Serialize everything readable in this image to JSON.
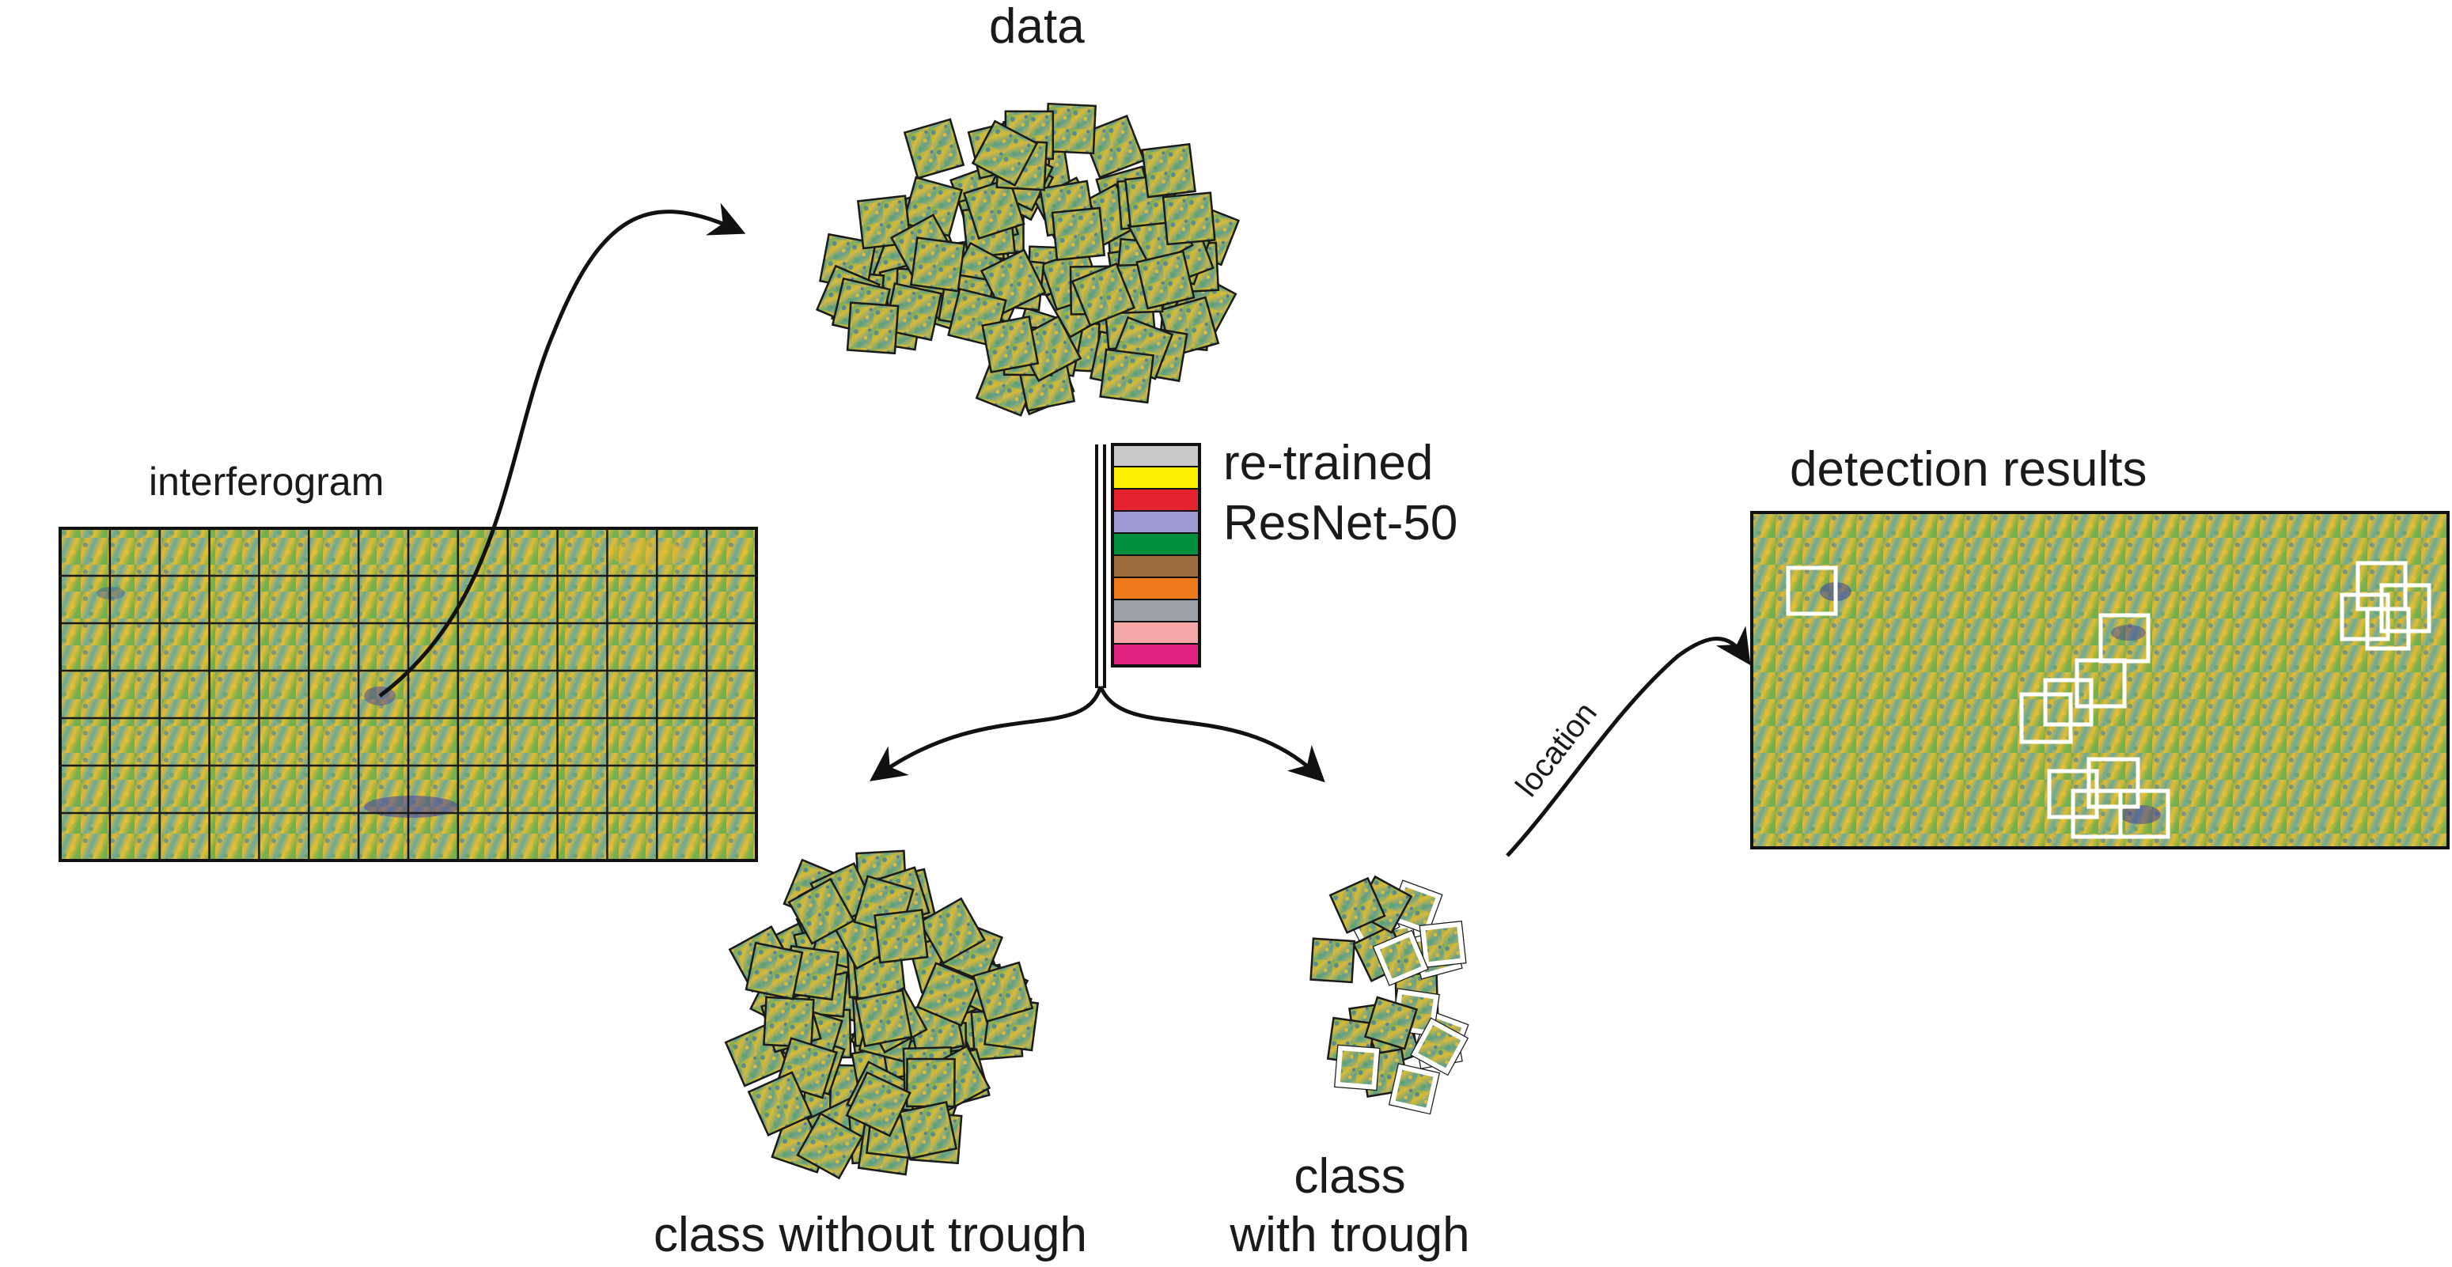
{
  "labels": {
    "data": "data",
    "interferogram": "interferogram",
    "network_line1": "re-trained",
    "network_line2": "ResNet-50",
    "detection_results": "detection results",
    "class_without_trough": "class without trough",
    "class_with_trough_line1": "class",
    "class_with_trough_line2": "with trough",
    "location": "location"
  },
  "colors": {
    "phase_blue": "#3f8fa0",
    "phase_green": "#7fb042",
    "phase_yellow": "#e9bb2e",
    "trough_purple": "#4a3fa0",
    "highlight_box": "#ffffff",
    "network_layers": [
      "#c8c8c8",
      "#ffef00",
      "#e3232e",
      "#9d9ad1",
      "#008f3c",
      "#9c6c3c",
      "#ef7a1a",
      "#9aa0a4",
      "#f6a8a8",
      "#e0237e"
    ]
  },
  "icons": {
    "network": "layer-stack-icon",
    "tile": "interferogram-tile-icon",
    "arrow": "curved-arrow-icon"
  }
}
